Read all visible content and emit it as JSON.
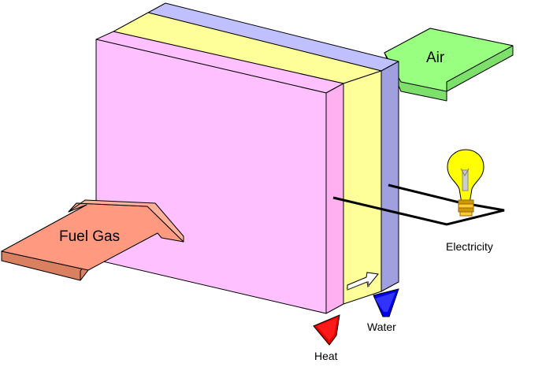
{
  "labels": {
    "air": "Air",
    "fuel_gas": "Fuel Gas",
    "electricity": "Electricity",
    "water": "Water",
    "heat": "Heat"
  },
  "colors": {
    "anode": "#ffc0ff",
    "electrolyte": "#ffff99",
    "cathode": "#c0c0ff",
    "air_arrow": "#99ff80",
    "fuel_arrow": "#ff9980",
    "water_arrow": "#0000e6",
    "heat_arrow": "#e60000",
    "bulb": "#ffff00",
    "outline": "#000000"
  },
  "icons": {
    "bulb": "light-bulb-icon",
    "ion_flow": "ion-flow-arrow-icon"
  }
}
